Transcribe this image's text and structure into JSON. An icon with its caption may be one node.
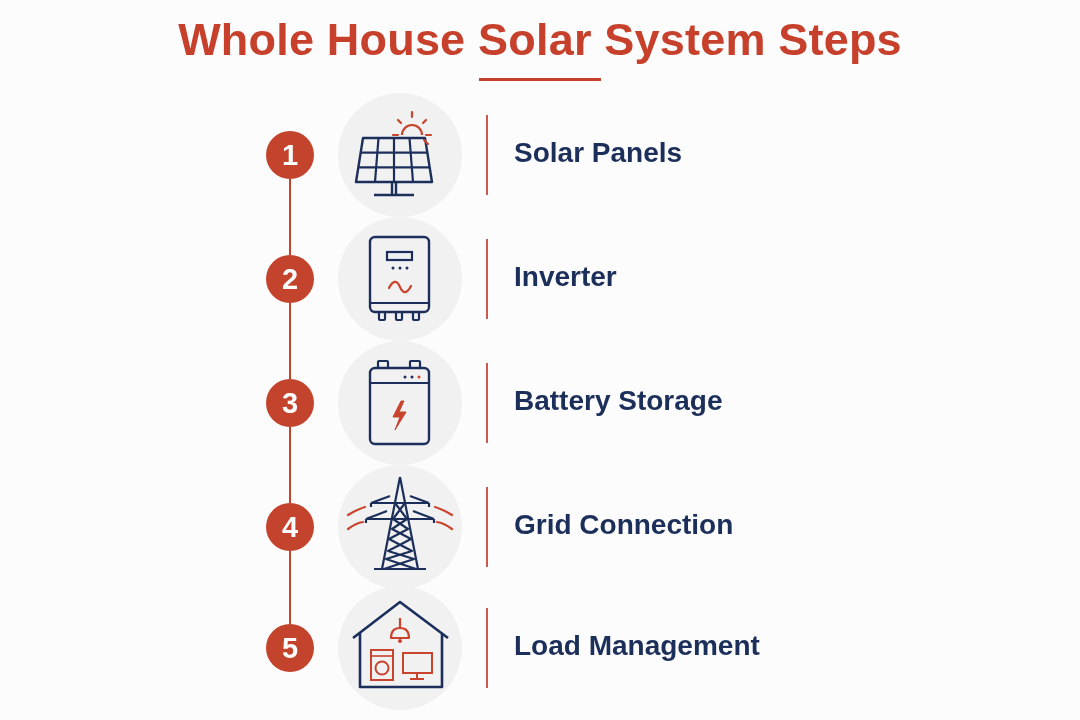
{
  "diagram": {
    "title": "Whole House Solar System Steps",
    "nodes": [
      {
        "text": [
          "1"
        ]
      },
      {
        "text": [
          "2"
        ]
      },
      {
        "text": [
          "3"
        ]
      },
      {
        "text": [
          "4"
        ]
      },
      {
        "text": [
          "5"
        ]
      }
    ],
    "edges": [
      {
        "from": 0,
        "to": 1,
        "arrow": "none"
      },
      {
        "from": 1,
        "to": 2,
        "arrow": "none"
      },
      {
        "from": 2,
        "to": 3,
        "arrow": "none"
      },
      {
        "from": 3,
        "to": 4,
        "arrow": "none"
      }
    ],
    "labels": [
      "Solar Panels",
      "Inverter",
      "Battery Storage",
      "Grid Connection",
      "Load Management"
    ]
  }
}
